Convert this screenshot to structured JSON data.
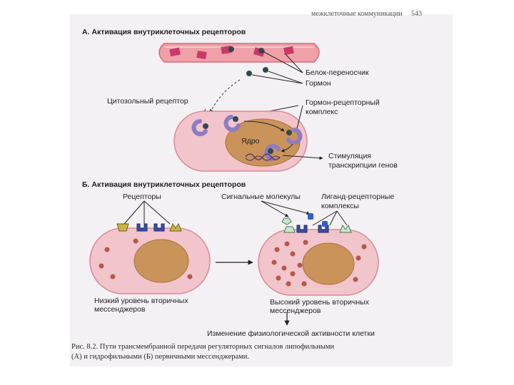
{
  "page_header": {
    "text": "межклеточные коммуникации",
    "page_number": "543"
  },
  "section_a": {
    "title": "А. Активация внутриклеточных рецепторов",
    "labels": {
      "carrier_protein": "Белок-переносчик",
      "hormone": "Гормон",
      "cytosolic_receptor": "Цитозольный рецептор",
      "complex_line1": "Гормон-рецепторный",
      "complex_line2": "комплекс",
      "nucleus": "Ядро",
      "stimulation_line1": "Стимуляция",
      "stimulation_line2": "транскрипции генов"
    }
  },
  "section_b": {
    "title": "Б. Активация внутриклеточных рецепторов",
    "labels": {
      "receptors": "Рецепторы",
      "signal_molecules": "Сигнальные молекулы",
      "ligand_line1": "Лиганд-рецепторные",
      "ligand_line2": "комплексы",
      "low_line1": "Низкий уровень вторичных",
      "low_line2": "мессенджеров",
      "high_line1": "Высокий уровень вторичных",
      "high_line2": "мессенджеров",
      "outcome": "Изменение физиологической активности клетки"
    }
  },
  "caption": {
    "line1": "Рис. 8.2. Пути трансмембранной передачи регуляторных сигналов липофильными",
    "line2": "(А) и гидрофильными (Б) первичными мессенджерами."
  },
  "colors": {
    "cell_fill": "#f2c4cb",
    "cell_stroke": "#d98a96",
    "nucleus_fill": "#c9935a",
    "receptor_purple": "#8e7cc3",
    "hormone_dark": "#2f4a4f",
    "messenger_red": "#b5584c"
  }
}
